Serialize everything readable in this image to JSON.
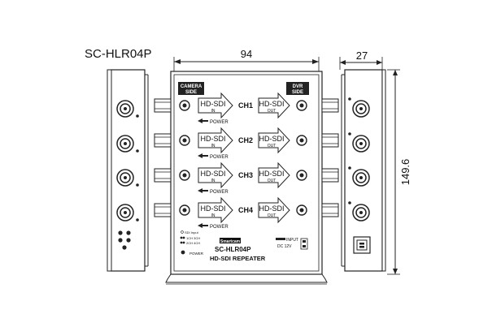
{
  "model_title": "SC-HLR04P",
  "dimensions": {
    "width": "94",
    "depth": "27",
    "height": "149.6"
  },
  "front": {
    "camera_side": [
      "CAMERA",
      "SIDE"
    ],
    "dvr_side": [
      "DVR",
      "SIDE"
    ],
    "channels": [
      {
        "label": "CH1",
        "in_text": "HD-SDI",
        "in_sub": "IN",
        "out_text": "HD-SDI",
        "out_sub": "OUT",
        "power": "POWER"
      },
      {
        "label": "CH2",
        "in_text": "HD-SDI",
        "in_sub": "IN",
        "out_text": "HD-SDI",
        "out_sub": "OUT",
        "power": "POWER"
      },
      {
        "label": "CH3",
        "in_text": "HD-SDI",
        "in_sub": "IN",
        "out_text": "HD-SDI",
        "out_sub": "OUT",
        "power": "POWER"
      },
      {
        "label": "CH4",
        "in_text": "HD-SDI",
        "in_sub": "IN",
        "out_text": "HD-SDI",
        "out_sub": "OUT",
        "power": "POWER"
      }
    ],
    "legend": [
      "SDI Input",
      "1CH 3CH",
      "2CH 4CH"
    ],
    "power_led": "POWER",
    "brand": "Smartcam",
    "model": "SC-HLR04P",
    "product": "HD-SDI REPEATER",
    "input_label": "INPUT",
    "dc_label": "DC 12V"
  }
}
